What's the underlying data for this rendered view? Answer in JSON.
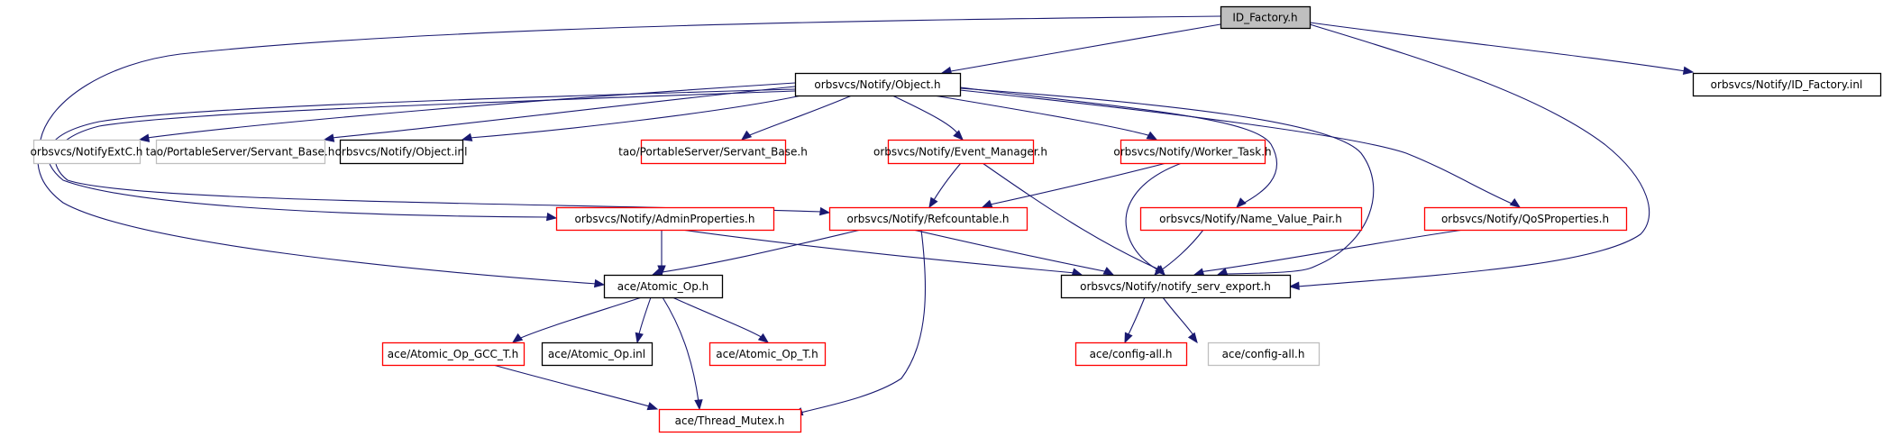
{
  "title": "ID_Factory.h include dependency graph",
  "colors": {
    "edge": "#191970",
    "border_documented": "#000000",
    "border_undocumented": "#ff0000",
    "border_external": "#bfbfbf",
    "fill_root": "#bfbfbf",
    "fill_default": "#ffffff"
  },
  "nodes": [
    {
      "id": "root",
      "label": "ID_Factory.h",
      "kind": "root"
    },
    {
      "id": "object_h",
      "label": "orbsvcs/Notify/Object.h",
      "kind": "documented"
    },
    {
      "id": "id_factory_inl",
      "label": "orbsvcs/Notify/ID_Factory.inl",
      "kind": "documented"
    },
    {
      "id": "notifyextc",
      "label": "orbsvcs/NotifyExtC.h",
      "kind": "external"
    },
    {
      "id": "servant_base_ext",
      "label": "tao/PortableServer/Servant_Base.h",
      "kind": "external"
    },
    {
      "id": "object_inl",
      "label": "orbsvcs/Notify/Object.inl",
      "kind": "documented"
    },
    {
      "id": "servant_base",
      "label": "tao/PortableServer/Servant_Base.h",
      "kind": "undocumented"
    },
    {
      "id": "event_manager",
      "label": "orbsvcs/Notify/Event_Manager.h",
      "kind": "undocumented"
    },
    {
      "id": "worker_task",
      "label": "orbsvcs/Notify/Worker_Task.h",
      "kind": "undocumented"
    },
    {
      "id": "admin_props",
      "label": "orbsvcs/Notify/AdminProperties.h",
      "kind": "undocumented"
    },
    {
      "id": "refcountable",
      "label": "orbsvcs/Notify/Refcountable.h",
      "kind": "undocumented"
    },
    {
      "id": "name_value_pair",
      "label": "orbsvcs/Notify/Name_Value_Pair.h",
      "kind": "undocumented"
    },
    {
      "id": "qos_props",
      "label": "orbsvcs/Notify/QoSProperties.h",
      "kind": "undocumented"
    },
    {
      "id": "atomic_op_h",
      "label": "ace/Atomic_Op.h",
      "kind": "documented"
    },
    {
      "id": "notify_serv_export",
      "label": "orbsvcs/Notify/notify_serv_export.h",
      "kind": "documented"
    },
    {
      "id": "atomic_op_gcc_t",
      "label": "ace/Atomic_Op_GCC_T.h",
      "kind": "undocumented"
    },
    {
      "id": "atomic_op_inl",
      "label": "ace/Atomic_Op.inl",
      "kind": "documented"
    },
    {
      "id": "atomic_op_t",
      "label": "ace/Atomic_Op_T.h",
      "kind": "undocumented"
    },
    {
      "id": "config_all",
      "label": "ace/config-all.h",
      "kind": "undocumented"
    },
    {
      "id": "config_all_ext",
      "label": "ace/config-all.h",
      "kind": "external"
    },
    {
      "id": "thread_mutex",
      "label": "ace/Thread_Mutex.h",
      "kind": "undocumented"
    }
  ],
  "edges": [
    {
      "from": "root",
      "to": "object_h"
    },
    {
      "from": "root",
      "to": "id_factory_inl"
    },
    {
      "from": "root",
      "to": "atomic_op_h"
    },
    {
      "from": "root",
      "to": "notify_serv_export"
    },
    {
      "from": "object_h",
      "to": "notifyextc"
    },
    {
      "from": "object_h",
      "to": "servant_base_ext"
    },
    {
      "from": "object_h",
      "to": "object_inl"
    },
    {
      "from": "object_h",
      "to": "servant_base"
    },
    {
      "from": "object_h",
      "to": "event_manager"
    },
    {
      "from": "object_h",
      "to": "worker_task"
    },
    {
      "from": "object_h",
      "to": "admin_props"
    },
    {
      "from": "object_h",
      "to": "refcountable"
    },
    {
      "from": "object_h",
      "to": "name_value_pair"
    },
    {
      "from": "object_h",
      "to": "qos_props"
    },
    {
      "from": "object_h",
      "to": "notify_serv_export"
    },
    {
      "from": "event_manager",
      "to": "refcountable"
    },
    {
      "from": "event_manager",
      "to": "notify_serv_export"
    },
    {
      "from": "worker_task",
      "to": "refcountable"
    },
    {
      "from": "worker_task",
      "to": "notify_serv_export"
    },
    {
      "from": "admin_props",
      "to": "atomic_op_h"
    },
    {
      "from": "admin_props",
      "to": "notify_serv_export"
    },
    {
      "from": "refcountable",
      "to": "atomic_op_h"
    },
    {
      "from": "refcountable",
      "to": "notify_serv_export"
    },
    {
      "from": "refcountable",
      "to": "thread_mutex"
    },
    {
      "from": "name_value_pair",
      "to": "notify_serv_export"
    },
    {
      "from": "qos_props",
      "to": "notify_serv_export"
    },
    {
      "from": "atomic_op_h",
      "to": "atomic_op_gcc_t"
    },
    {
      "from": "atomic_op_h",
      "to": "atomic_op_inl"
    },
    {
      "from": "atomic_op_h",
      "to": "atomic_op_t"
    },
    {
      "from": "atomic_op_h",
      "to": "thread_mutex"
    },
    {
      "from": "atomic_op_gcc_t",
      "to": "thread_mutex"
    },
    {
      "from": "notify_serv_export",
      "to": "config_all"
    },
    {
      "from": "notify_serv_export",
      "to": "config_all_ext"
    }
  ]
}
